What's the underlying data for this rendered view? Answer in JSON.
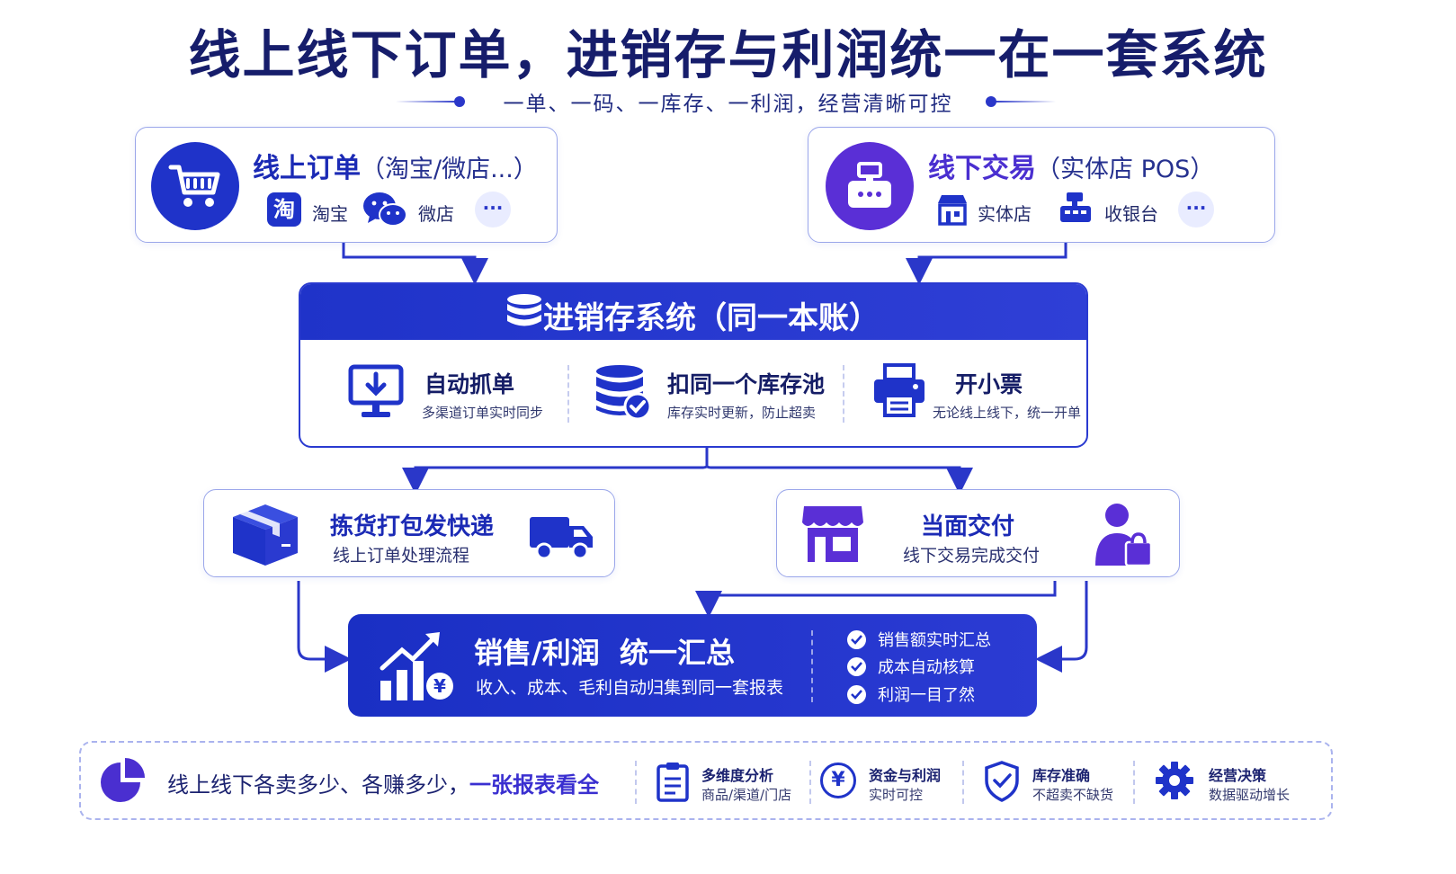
{
  "header": {
    "title": "线上线下订单，进销存与利润统一在一套系统",
    "subtitle": "一单、一码、一库存、一利润，经营清晰可控"
  },
  "online": {
    "title": "线上订单",
    "title_sub": "（淘宝/微店...）",
    "channels": [
      {
        "icon": "taobao-icon",
        "glyph": "淘",
        "label": "淘宝"
      },
      {
        "icon": "wechat-icon",
        "label": "微店"
      }
    ],
    "more": "···"
  },
  "offline": {
    "title": "线下交易",
    "title_sub": "（实体店 POS）",
    "channels": [
      {
        "icon": "store-icon",
        "label": "实体店"
      },
      {
        "icon": "cash-register-icon",
        "label": "收银台"
      }
    ],
    "more": "···"
  },
  "inventory": {
    "title": "进销存系统（同一本账）",
    "features": [
      {
        "icon": "download-monitor-icon",
        "title": "自动抓单",
        "desc": "多渠道订单实时同步"
      },
      {
        "icon": "database-check-icon",
        "title": "扣同一个库存池",
        "desc": "库存实时更新，防止超卖"
      },
      {
        "icon": "printer-icon",
        "title": "开小票",
        "desc": "无论线上线下，统一开单"
      }
    ]
  },
  "fulfillment": {
    "online": {
      "title": "拣货打包发快递",
      "desc": "线上订单处理流程"
    },
    "offline": {
      "title": "当面交付",
      "desc": "线下交易完成交付"
    }
  },
  "profit": {
    "title": "销售/利润  统一汇总",
    "desc": "收入、成本、毛利自动归集到同一套报表",
    "yen": "¥",
    "checks": [
      "销售额实时汇总",
      "成本自动核算",
      "利润一目了然"
    ]
  },
  "summary": {
    "text_prefix": "线上线下各卖多少、各赚多少，",
    "text_highlight": "一张报表看全",
    "items": [
      {
        "icon": "clipboard-icon",
        "title": "多维度分析",
        "desc": "商品/渠道/门店"
      },
      {
        "icon": "yen-circle-icon",
        "glyph": "¥",
        "title": "资金与利润",
        "desc": "实时可控"
      },
      {
        "icon": "shield-check-icon",
        "title": "库存准确",
        "desc": "不超卖不缺货"
      },
      {
        "icon": "gear-icon",
        "title": "经营决策",
        "desc": "数据驱动增长"
      }
    ]
  },
  "colors": {
    "primary": "#1f33c9",
    "purple": "#5a2fd6",
    "dark": "#161d6b"
  }
}
